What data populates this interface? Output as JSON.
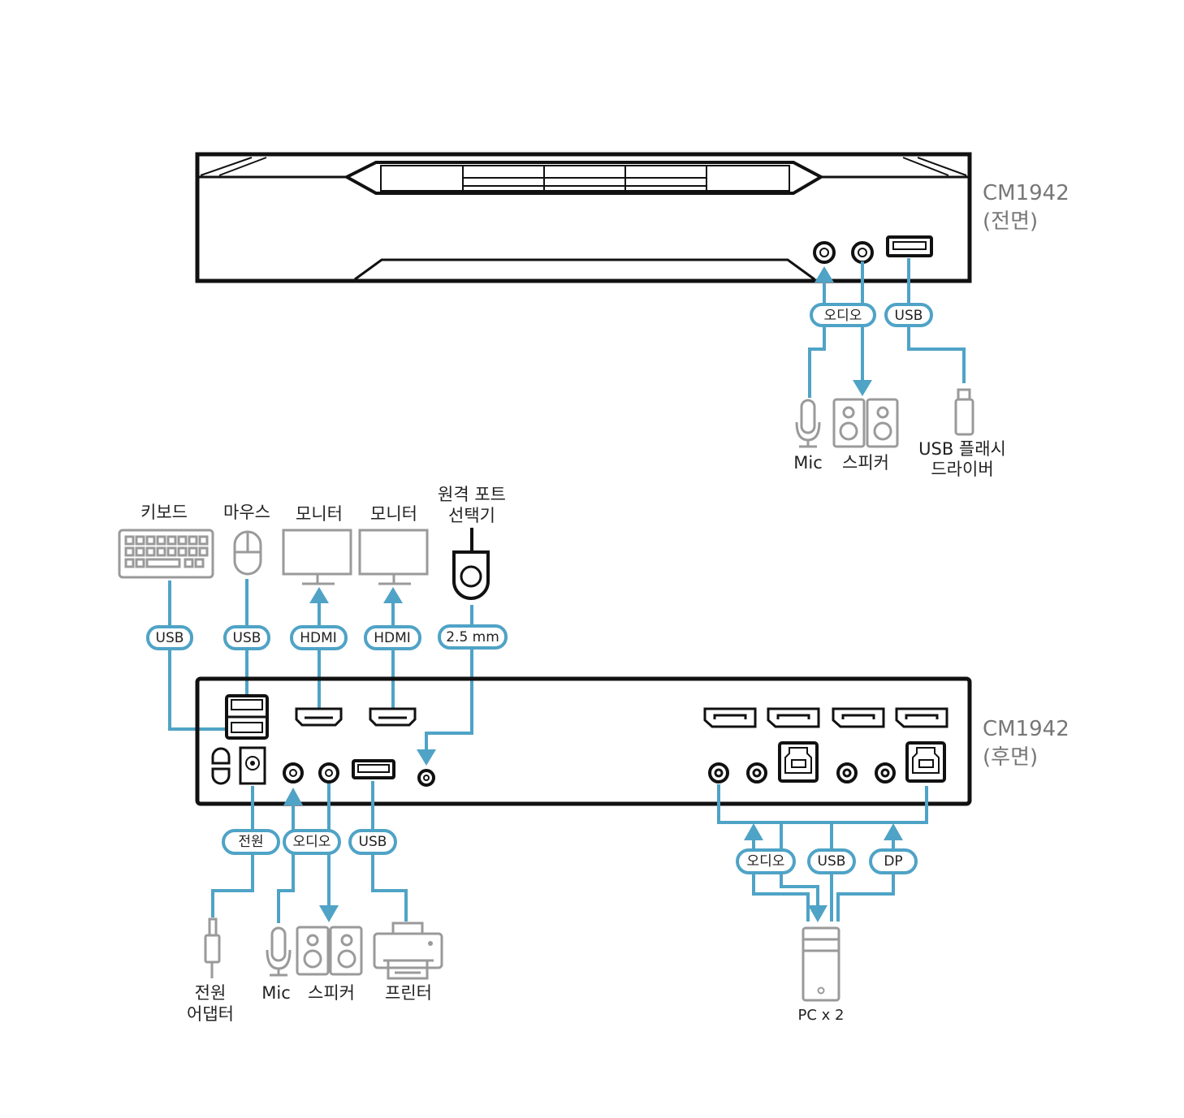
{
  "front": {
    "model": "CM1942",
    "side": "(전면)"
  },
  "rear": {
    "model": "CM1942",
    "side": "(후면)"
  },
  "front_cables": {
    "audio": "오디오",
    "usb": "USB"
  },
  "front_devices": {
    "mic": "Mic",
    "speaker": "스피커",
    "usb_flash_1": "USB 플래시",
    "usb_flash_2": "드라이버"
  },
  "top_devices": {
    "keyboard": "키보드",
    "mouse": "마우스",
    "monitor1": "모니터",
    "monitor2": "모니터",
    "remote_1": "원격 포트",
    "remote_2": "선택기"
  },
  "top_cables": {
    "kb_usb": "USB",
    "mouse_usb": "USB",
    "hdmi1": "HDMI",
    "hdmi2": "HDMI",
    "remote": "2.5 mm"
  },
  "bottom_cables": {
    "power": "전원",
    "audio": "오디오",
    "usb": "USB"
  },
  "bottom_devices": {
    "power_1": "전원",
    "power_2": "어댑터",
    "mic": "Mic",
    "speaker": "스피커",
    "printer": "프린터"
  },
  "pc_cables": {
    "audio": "오디오",
    "usb": "USB",
    "dp": "DP"
  },
  "pc": {
    "label": "PC x 2"
  },
  "colors": {
    "cable": "#4fa3c6",
    "device": "#9a9a9a",
    "unit": "#111111"
  }
}
